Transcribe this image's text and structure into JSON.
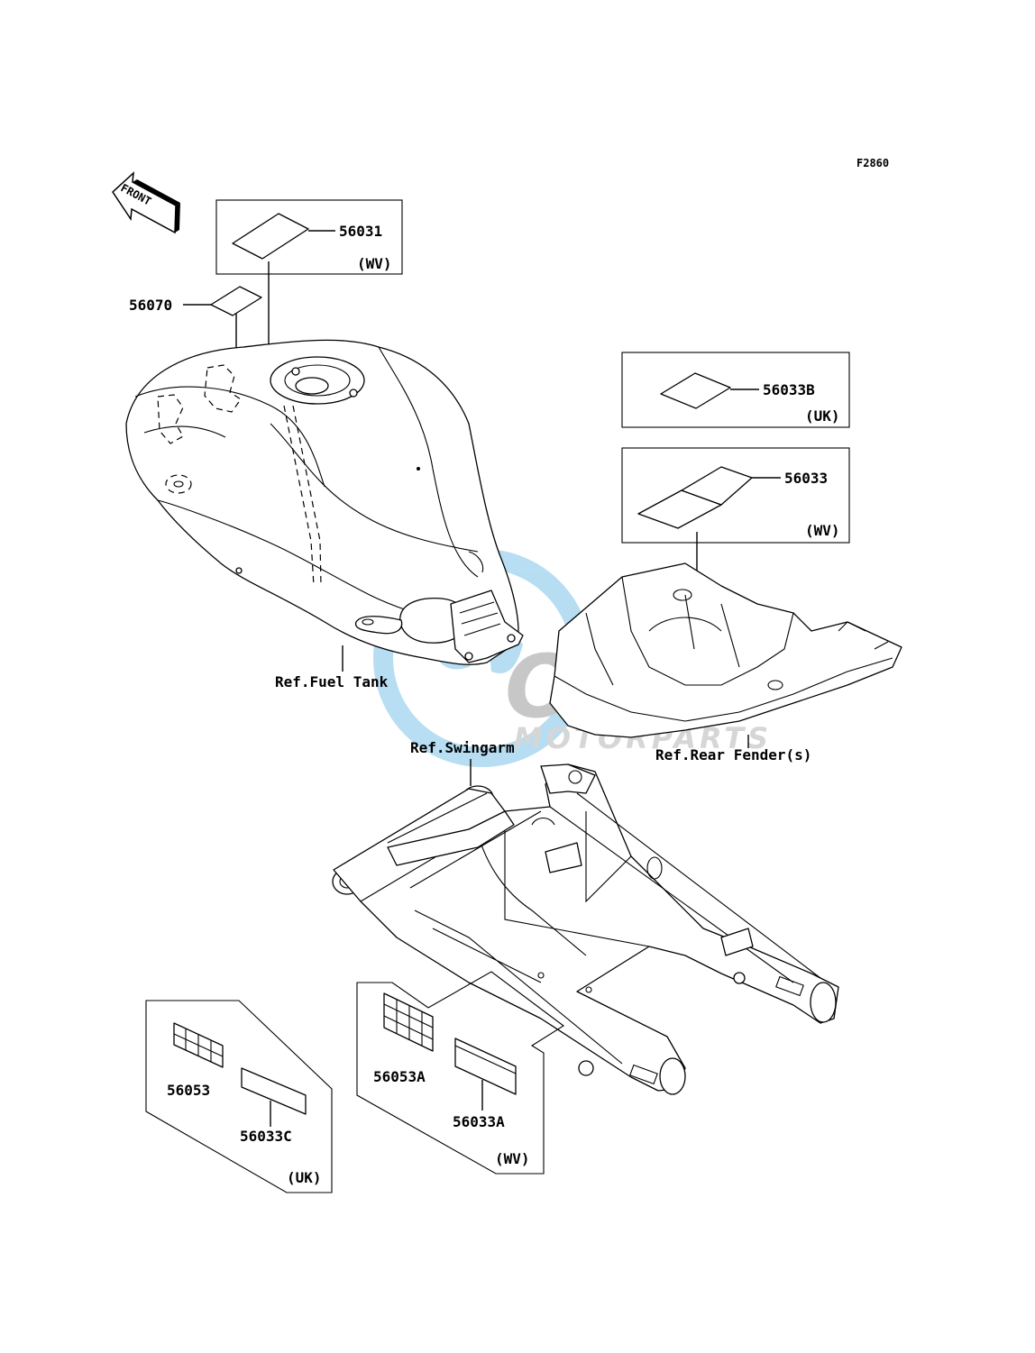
{
  "diagram_code": "F2860",
  "front_label": "FRONT",
  "parts": {
    "p56031": "56031",
    "p56070": "56070",
    "p56033B": "56033B",
    "p56033": "56033",
    "p56053": "56053",
    "p56033C": "56033C",
    "p56053A": "56053A",
    "p56033A": "56033A"
  },
  "regions": {
    "wv_top": "(WV)",
    "uk_right": "(UK)",
    "wv_right": "(WV)",
    "uk_bottom": "(UK)",
    "wv_bottom": "(WV)"
  },
  "references": {
    "fuel_tank": "Ref.Fuel Tank",
    "rear_fender": "Ref.Rear Fender(s)",
    "swingarm": "Ref.Swingarm"
  },
  "watermark": {
    "brand": "OEM",
    "sub": "MOTORPARTS",
    "color_blue": "#7cc3e8",
    "color_gray": "#9a9a9a"
  }
}
